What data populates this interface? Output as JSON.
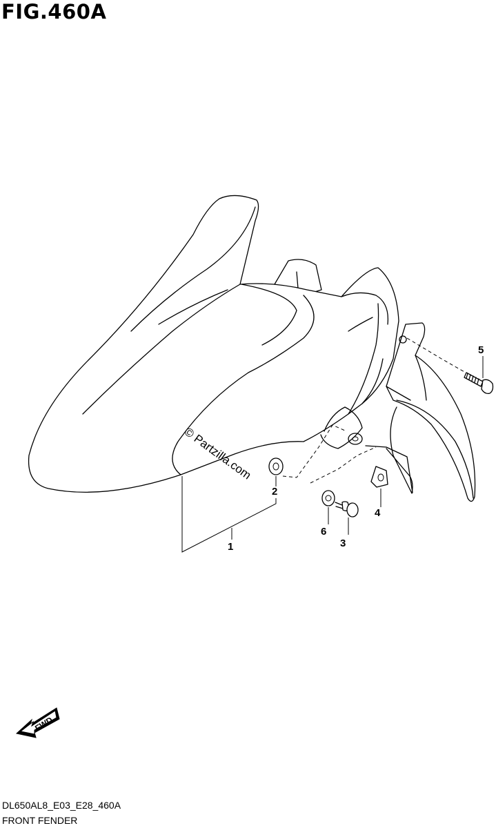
{
  "figure": {
    "title": "FIG.460A"
  },
  "callouts": [
    {
      "id": "1",
      "label": "1"
    },
    {
      "id": "2",
      "label": "2"
    },
    {
      "id": "3",
      "label": "3"
    },
    {
      "id": "4",
      "label": "4"
    },
    {
      "id": "5",
      "label": "5"
    },
    {
      "id": "6",
      "label": "6"
    }
  ],
  "watermark": "© Partzilla.com",
  "direction_arrow": {
    "label": "FWD",
    "icon": "fwd-arrow-icon"
  },
  "footer": {
    "code": "DL650AL8_E03_E28_460A",
    "name": "FRONT FENDER"
  }
}
